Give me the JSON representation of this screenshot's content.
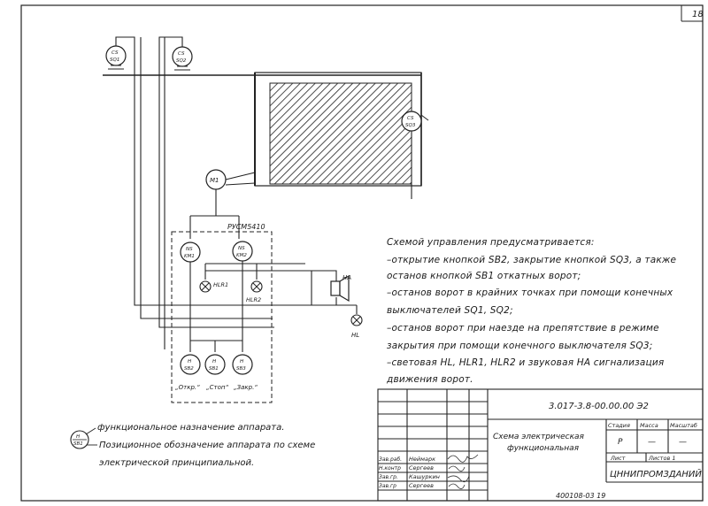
{
  "sheet_number": "18",
  "components": {
    "sq1": "SQ1",
    "sq2": "SQ2",
    "sq3": "SQ3",
    "cs_a": "CS",
    "cs_b": "CS",
    "cs_c": "CS",
    "m1": "M1",
    "km1": "KM1",
    "km2": "KM2",
    "ns_a": "NS",
    "ns_b": "NS",
    "hlr1": "HLR1",
    "hlr2": "HLR2",
    "ha": "HA",
    "hl": "HL",
    "sb1": "SB1",
    "sb2": "SB2",
    "sb3": "SB3",
    "h_a": "H",
    "h_b": "H",
    "h_c": "H",
    "starter": "РУСМ5410",
    "btn_open": "„Откр.“",
    "btn_stop": "„Стоп“",
    "btn_close": "„Закр.“"
  },
  "description": [
    "Схемой  управления  предусматривается:",
    "–открытие  кнопкой SB2, закрытие кнопкой SQ3, а также",
    "останов  кнопкой  SB1  откатных  ворот;",
    "–останов  ворот  в крайних точках при помощи конечных",
    "выключателей  SQ1, SQ2;",
    "–останов  ворот  при  наезде  на  препятствие  в режиме",
    "закрытия  при помощи конечного выключателя  SQ3;",
    "–световая  HL, HLR1, HLR2 и звуковая  HA сигнализация",
    "движения  ворот."
  ],
  "legend": {
    "symbol_top": "H",
    "symbol_bottom": "SB1",
    "line1": "функциональное  назначение  аппарата.",
    "line2": "Позиционное  обозначение  аппарата  по схеме",
    "line3": "электрической  принципиальной."
  },
  "title_block": {
    "doc_code": "3.017-3.8-00.00.00 Э2",
    "title_line1": "Схема электрическая",
    "title_line2": "функциональная",
    "col_stage": "Стадия",
    "col_mass": "Масса",
    "col_scale": "Масштаб",
    "stage_value": "Р",
    "mass_value": "—",
    "scale_value": "—",
    "sheet_label": "Лист",
    "sheets_label": "Листов 1",
    "org": "ЦННИПРОМЗДАНИЙ",
    "roles": [
      "Зав.раб.",
      "Н.контр",
      "Зав.гр.",
      "Зав.гр"
    ],
    "names": [
      "Неймарк",
      "Сергеев",
      "Кашуркин",
      "Сергеев"
    ]
  },
  "footer_stamp": "400108-03    19"
}
